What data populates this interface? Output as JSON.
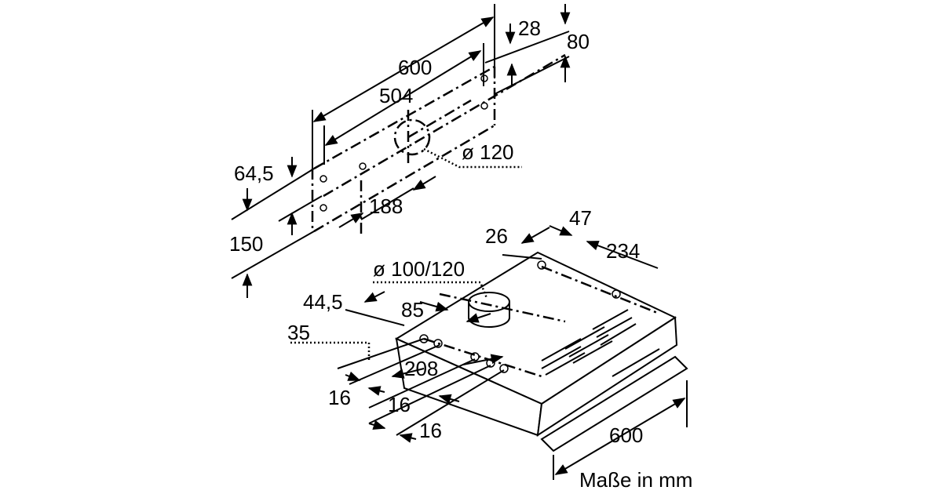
{
  "drawing": {
    "wall_plate": {
      "width_600": "600",
      "dim_28": "28",
      "dim_80": "80",
      "hole_spacing_504": "504",
      "duct_diameter": "ø 120",
      "dim_64_5": "64,5",
      "dim_188": "188",
      "dim_150": "150"
    },
    "hood": {
      "dim_47": "47",
      "dim_26": "26",
      "depth_234": "234",
      "outlet_diameter": "ø 100/120",
      "dim_44_5": "44,5",
      "dim_85": "85",
      "dim_35": "35",
      "dim_208": "208",
      "dim_16_a": "16",
      "dim_16_b": "16",
      "dim_16_c": "16",
      "width_600": "600"
    },
    "units_note": "Maße in mm"
  }
}
